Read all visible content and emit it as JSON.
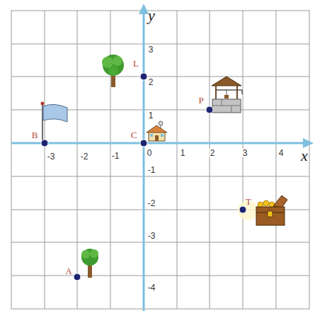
{
  "diagram": {
    "labels": [
      "y",
      "x",
      "3",
      "2",
      "1",
      "-1",
      "-2",
      "-3",
      "-4",
      "-3",
      "-2",
      "-1",
      "0",
      "1",
      "2",
      "3",
      "4",
      "B",
      "C",
      "L",
      "P",
      "T",
      "A"
    ]
  }
}
